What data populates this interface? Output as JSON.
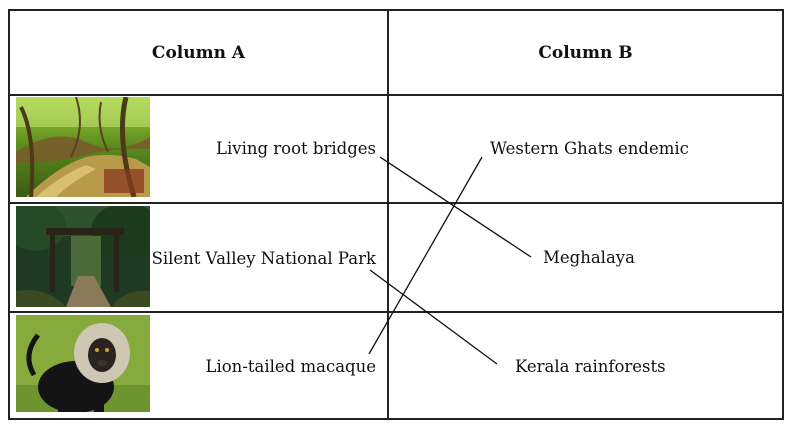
{
  "headers": {
    "column_a": "Column A",
    "column_b": "Column B"
  },
  "column_a": [
    {
      "label": "Living root bridges",
      "image": "living-root-bridge-photo"
    },
    {
      "label": "Silent Valley National Park",
      "image": "forest-gate-photo"
    },
    {
      "label": "Lion-tailed macaque",
      "image": "lion-tailed-macaque-photo"
    }
  ],
  "column_b": [
    {
      "label": "Western Ghats endemic"
    },
    {
      "label": "Meghalaya"
    },
    {
      "label": "Kerala rainforests"
    }
  ],
  "matches": [
    {
      "from": "Living root bridges",
      "to": "Meghalaya"
    },
    {
      "from": "Silent Valley National Park",
      "to": "Kerala rainforests"
    },
    {
      "from": "Lion-tailed macaque",
      "to": "Western Ghats endemic"
    }
  ]
}
